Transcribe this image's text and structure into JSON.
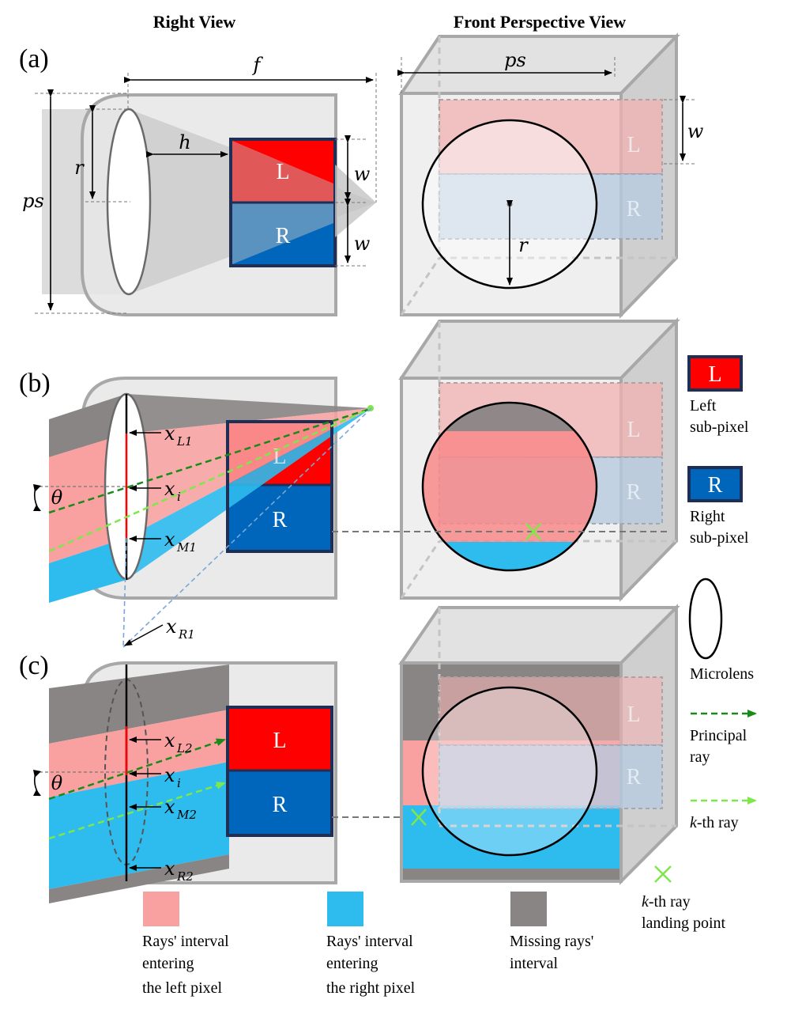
{
  "headers": {
    "right_view": "Right View",
    "front_view": "Front Perspective View"
  },
  "panels": {
    "a": "(a)",
    "b": "(b)",
    "c": "(c)"
  },
  "symbols": {
    "f": "f",
    "ps": "ps",
    "r": "r",
    "h": "h",
    "w": "w",
    "theta": "θ",
    "x": "x",
    "L1": "L1",
    "i": "i",
    "M1": "M1",
    "R1": "R1",
    "L2": "L2",
    "M2": "M2",
    "R2": "R2"
  },
  "pixels": {
    "left": "L",
    "right": "R"
  },
  "legend_side": {
    "left_subpixel_label": "L",
    "left_subpixel_line1": "Left",
    "left_subpixel_line2": "sub-pixel",
    "right_subpixel_label": "R",
    "right_subpixel_line1": "Right",
    "right_subpixel_line2": "sub-pixel",
    "microlens": "Microlens",
    "principal_line1": "Principal",
    "principal_line2": "ray",
    "kth_k": "k",
    "kth_rest": "-th ray",
    "landing_k": "k",
    "landing_rest": "-th ray",
    "landing_line2": "landing point"
  },
  "legend_bottom": [
    {
      "lines": [
        "Rays' interval",
        "entering",
        "the left pixel"
      ]
    },
    {
      "lines": [
        "Rays' interval",
        "entering",
        "the right pixel"
      ]
    },
    {
      "lines": [
        "Missing rays'",
        "interval"
      ]
    }
  ],
  "colors": {
    "left_pixel": "#ff0000",
    "right_pixel": "#0066bb",
    "left_interval": "#f9a0a0",
    "right_interval": "#2ebbee",
    "missing": "#8a8585",
    "principal_ray": "#1a8a1a",
    "kth_ray": "#7ee84a"
  }
}
